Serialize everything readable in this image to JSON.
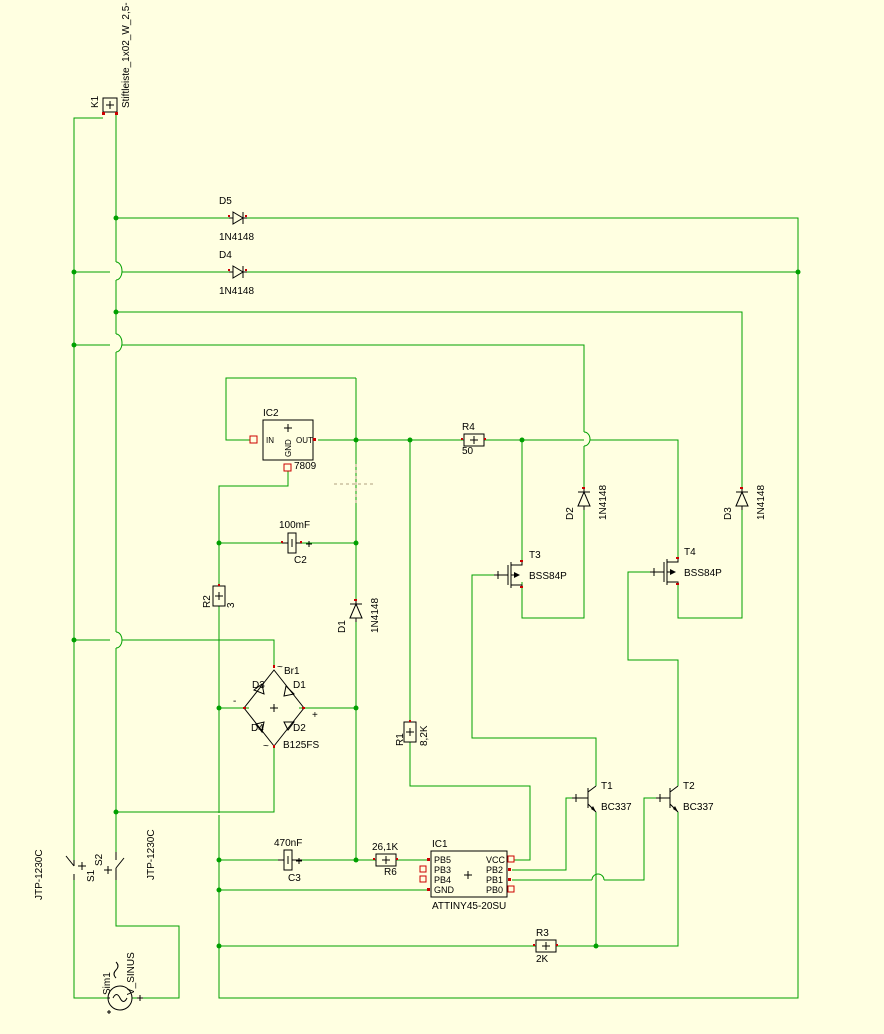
{
  "components": {
    "K1": {
      "ref": "K1",
      "value": "Stiftleiste_1x02_W_2,5-"
    },
    "D5": {
      "ref": "D5",
      "value": "1N4148"
    },
    "D4": {
      "ref": "D4",
      "value": "1N4148"
    },
    "IC2": {
      "ref": "IC2",
      "value": "7809",
      "pins": [
        "IN",
        "GND",
        "OUT"
      ]
    },
    "R4": {
      "ref": "R4",
      "value": "50"
    },
    "D2": {
      "ref": "D2",
      "value": "1N4148"
    },
    "D3": {
      "ref": "D3",
      "value": "1N4148"
    },
    "C2": {
      "ref": "C2",
      "value": "100mF"
    },
    "T3": {
      "ref": "T3",
      "value": "BSS84P"
    },
    "T4": {
      "ref": "T4",
      "value": "BSS84P"
    },
    "R2": {
      "ref": "R2",
      "value": "3"
    },
    "D1": {
      "ref": "D1",
      "value": "1N4148"
    },
    "Br1": {
      "ref": "Br1",
      "value": "B125FS",
      "diodes": [
        "D3",
        "D1",
        "D4",
        "D2"
      ],
      "signs": [
        "~",
        "-",
        "+",
        "~"
      ]
    },
    "R1": {
      "ref": "R1",
      "value": "8,2K"
    },
    "T1": {
      "ref": "T1",
      "value": "BC337"
    },
    "T2": {
      "ref": "T2",
      "value": "BC337"
    },
    "S1": {
      "ref": "S1",
      "value": "JTP-1230C"
    },
    "S2": {
      "ref": "S2",
      "value": "JTP-1230C"
    },
    "C3": {
      "ref": "C3",
      "value": "470nF"
    },
    "R6": {
      "ref": "R6",
      "value": "26,1K"
    },
    "IC1": {
      "ref": "IC1",
      "value": "ATTINY45-20SU",
      "left_pins": [
        "PB5",
        "PB3",
        "PB4",
        "GND"
      ],
      "right_pins": [
        "VCC",
        "PB2",
        "PB1",
        "PB0"
      ]
    },
    "R3": {
      "ref": "R3",
      "value": "2K"
    },
    "Sim1": {
      "ref": "Sim1",
      "value": "V_SINUS"
    }
  },
  "colors": {
    "background": "#ffffe1",
    "wire": "#00a000",
    "pin": "#cc0000",
    "symbol": "#000000"
  }
}
